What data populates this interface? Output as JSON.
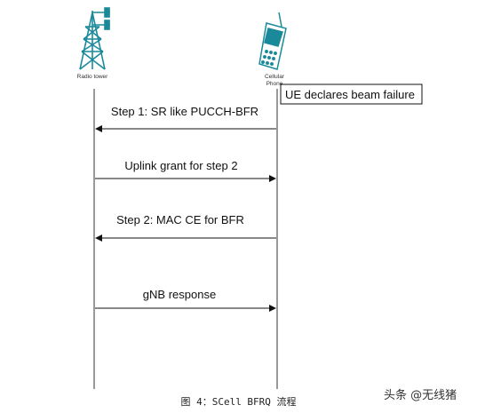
{
  "actors": {
    "left_label": "Radio tower",
    "right_label_line1": "Cellular",
    "right_label_line2": "Phone"
  },
  "note": "UE declares beam failure",
  "messages": [
    {
      "label": "Step 1: SR like PUCCH-BFR",
      "direction": "right-to-left"
    },
    {
      "label": "Uplink grant for step 2",
      "direction": "left-to-right"
    },
    {
      "label": "Step 2: MAC CE for BFR",
      "direction": "right-to-left"
    },
    {
      "label": "gNB response",
      "direction": "left-to-right"
    }
  ],
  "caption": "图 4：SCell BFRQ 流程",
  "watermark": "头条 @无线猪",
  "colors": {
    "icon": "#1a8a9a",
    "line": "#333333"
  }
}
